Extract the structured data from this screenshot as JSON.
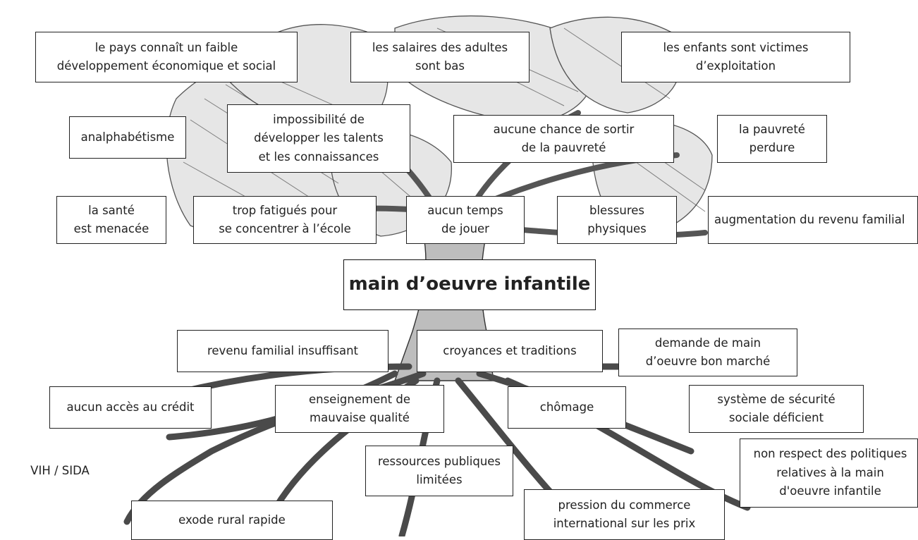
{
  "diagram": {
    "center_label": "main d’oeuvre infantile",
    "effects": [
      "le pays connaît un faible\ndéveloppement économique et social",
      "les salaires des adultes\nsont bas",
      "les enfants sont victimes\nd’exploitation",
      "analphabétisme",
      "impossibilité de\ndévelopper les talents\net les connaissances",
      "aucune chance de sortir\nde la pauvreté",
      "la pauvreté\nperdure",
      "la santé\nest menacée",
      "trop fatigués pour\nse concentrer à l’école",
      "aucun temps\nde jouer",
      "blessures\nphysiques",
      "augmentation du revenu familial"
    ],
    "causes": [
      "revenu familial insuffisant",
      "croyances et traditions",
      "demande de main\nd’oeuvre bon marché",
      "aucun accès au crédit",
      "enseignement de\nmauvaise qualité",
      "chômage",
      "système de sécurité\nsociale déficient",
      "VIH / SIDA",
      "ressources publiques\nlimitées",
      "non respect des politiques\nrelatives à la main\nd'oeuvre infantile",
      "exode rural rapide",
      "pression du commerce\ninternational sur les prix"
    ]
  }
}
